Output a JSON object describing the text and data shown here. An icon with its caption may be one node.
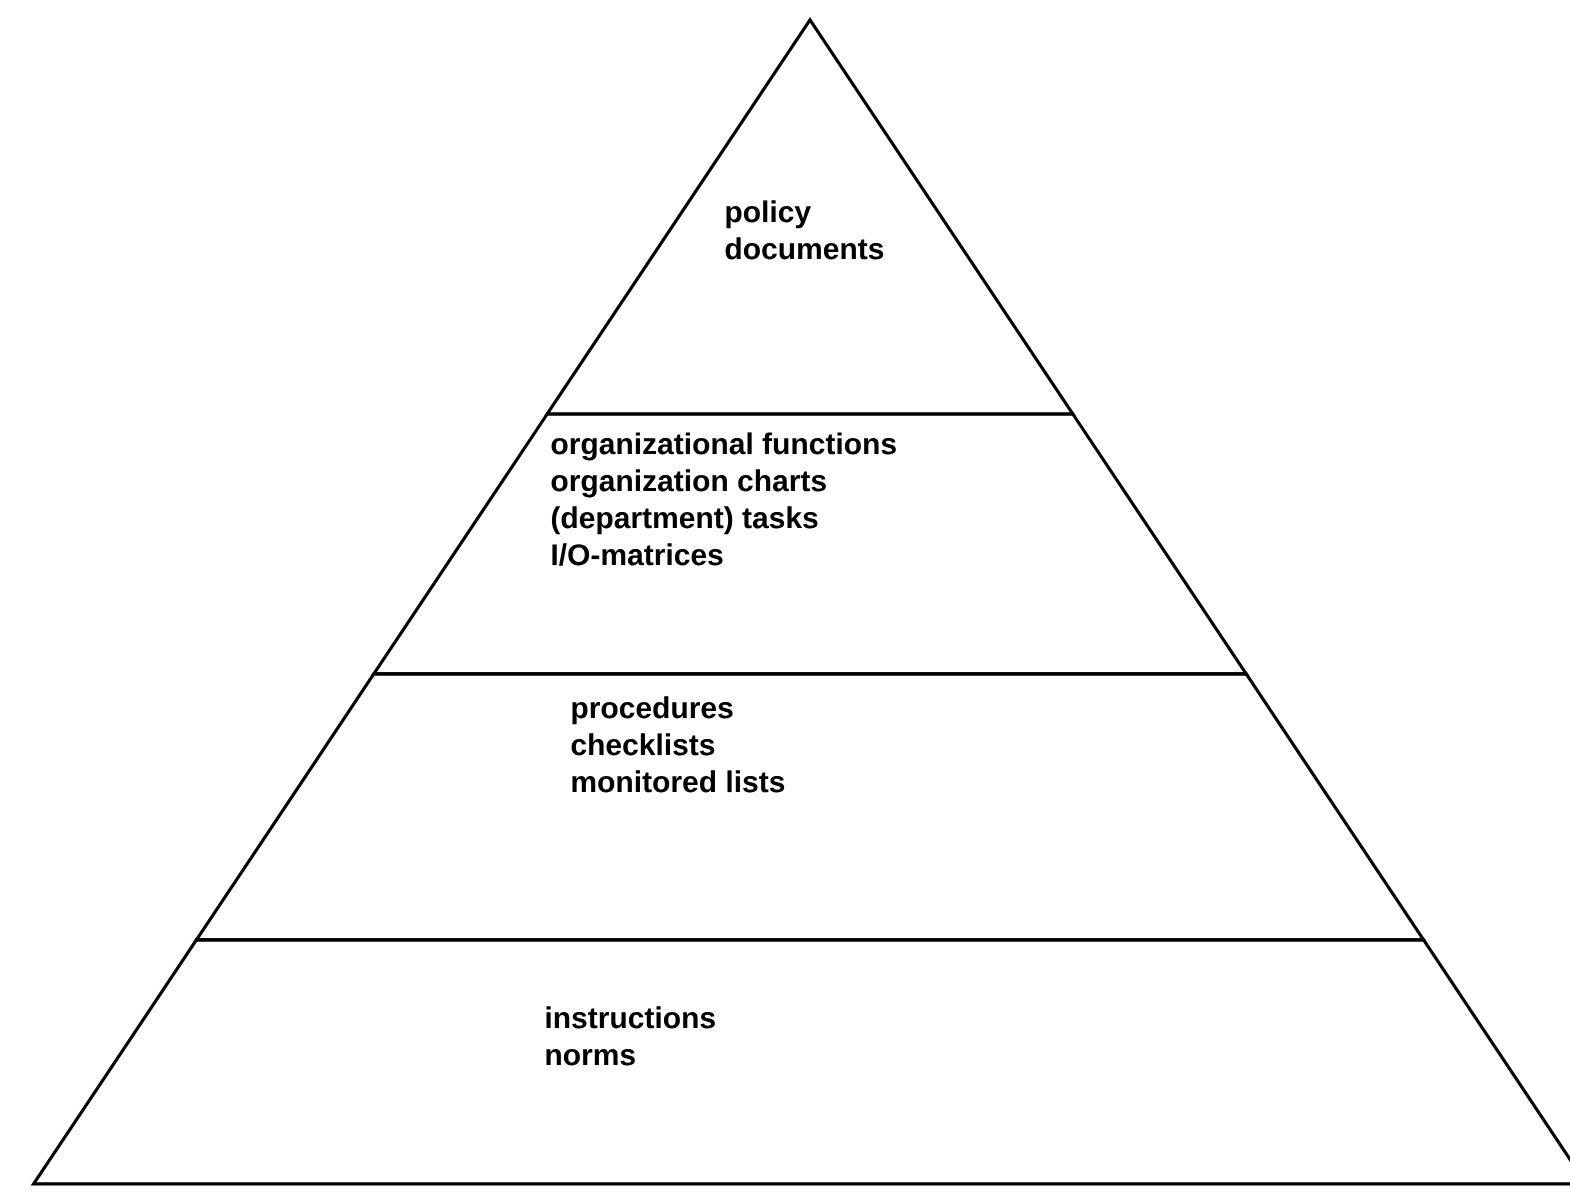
{
  "diagram": {
    "nodes": [
      {
        "text": [
          "policy",
          "documents"
        ]
      },
      {
        "text": [
          "organizational functions",
          "organization charts",
          "(department) tasks",
          "I/O-matrices"
        ]
      },
      {
        "text": [
          "procedures",
          "checklists",
          "monitored lists"
        ]
      },
      {
        "text": [
          "instructions",
          "norms"
        ]
      }
    ]
  }
}
